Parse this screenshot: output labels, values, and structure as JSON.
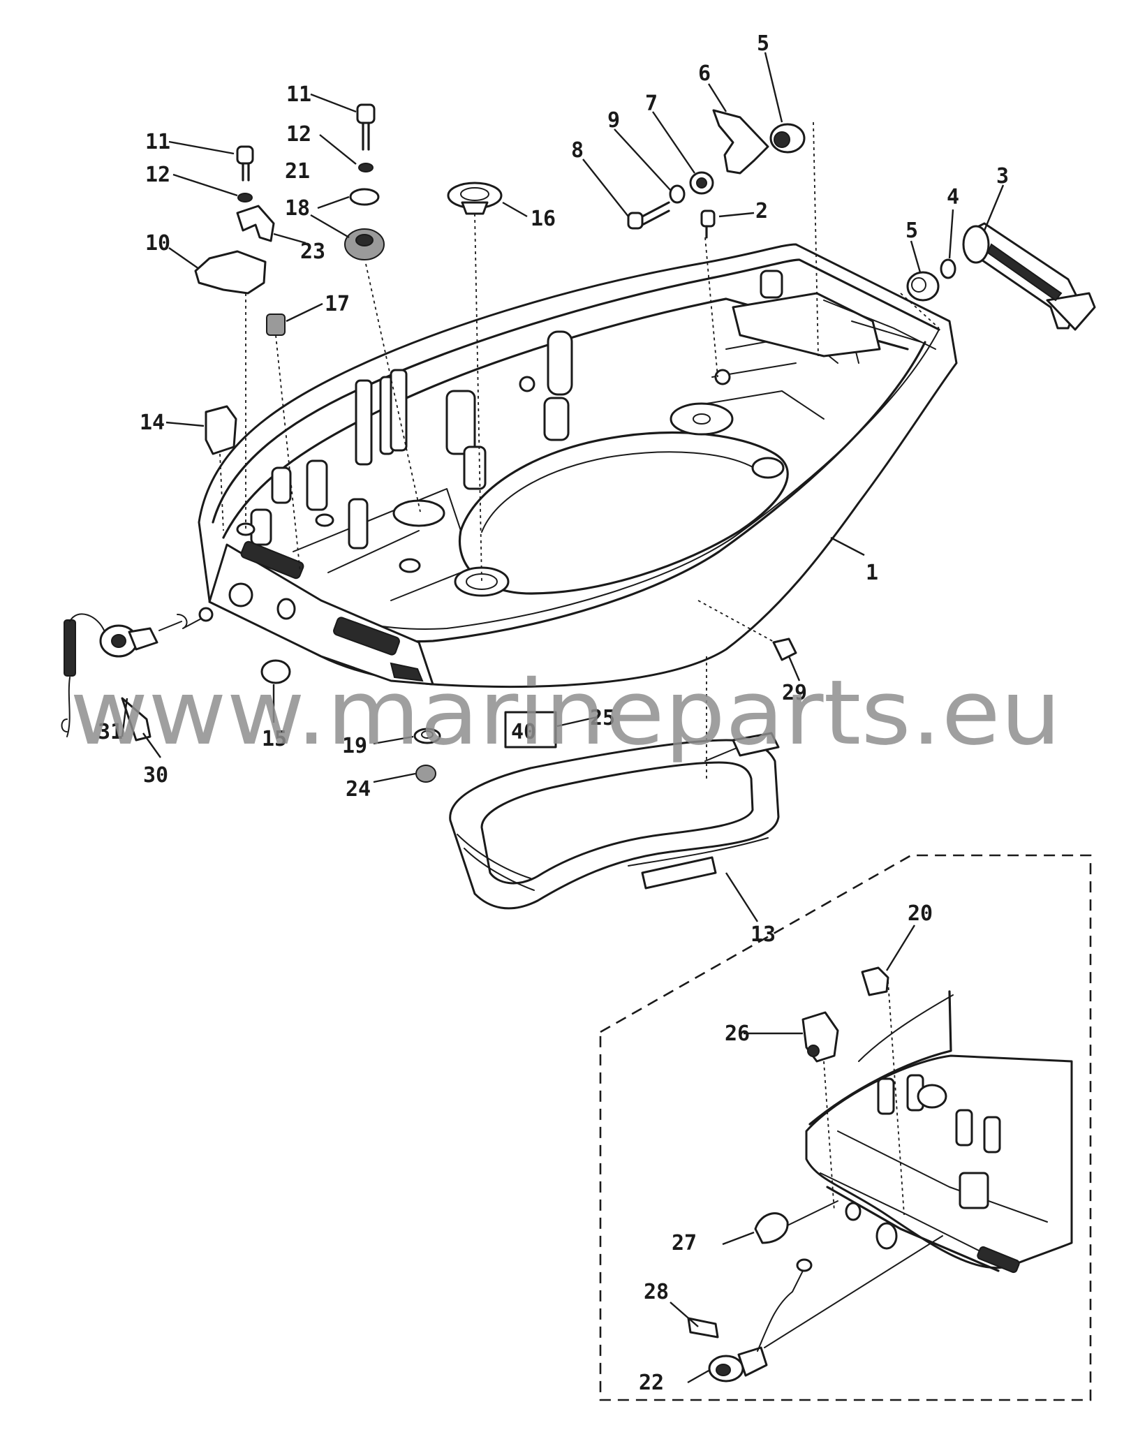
{
  "watermark": "www.marineparts.eu",
  "detail_box": {
    "style": "dashed"
  },
  "callouts": [
    {
      "id": "c1",
      "label": "1"
    },
    {
      "id": "c2",
      "label": "2"
    },
    {
      "id": "c3",
      "label": "3"
    },
    {
      "id": "c4",
      "label": "4"
    },
    {
      "id": "c5a",
      "label": "5"
    },
    {
      "id": "c5b",
      "label": "5"
    },
    {
      "id": "c6",
      "label": "6"
    },
    {
      "id": "c7",
      "label": "7"
    },
    {
      "id": "c8",
      "label": "8"
    },
    {
      "id": "c9",
      "label": "9"
    },
    {
      "id": "c10",
      "label": "10"
    },
    {
      "id": "c11a",
      "label": "11"
    },
    {
      "id": "c11b",
      "label": "11"
    },
    {
      "id": "c12a",
      "label": "12"
    },
    {
      "id": "c12b",
      "label": "12"
    },
    {
      "id": "c13",
      "label": "13"
    },
    {
      "id": "c14",
      "label": "14"
    },
    {
      "id": "c15",
      "label": "15"
    },
    {
      "id": "c16",
      "label": "16"
    },
    {
      "id": "c17",
      "label": "17"
    },
    {
      "id": "c18",
      "label": "18"
    },
    {
      "id": "c19",
      "label": "19"
    },
    {
      "id": "c20",
      "label": "20"
    },
    {
      "id": "c21",
      "label": "21"
    },
    {
      "id": "c22",
      "label": "22"
    },
    {
      "id": "c23",
      "label": "23"
    },
    {
      "id": "c24",
      "label": "24"
    },
    {
      "id": "c25",
      "label": "25"
    },
    {
      "id": "c26",
      "label": "26"
    },
    {
      "id": "c27",
      "label": "27"
    },
    {
      "id": "c28",
      "label": "28"
    },
    {
      "id": "c29",
      "label": "29"
    },
    {
      "id": "c30",
      "label": "30"
    },
    {
      "id": "c31",
      "label": "31"
    }
  ],
  "decal": {
    "text": "40"
  }
}
